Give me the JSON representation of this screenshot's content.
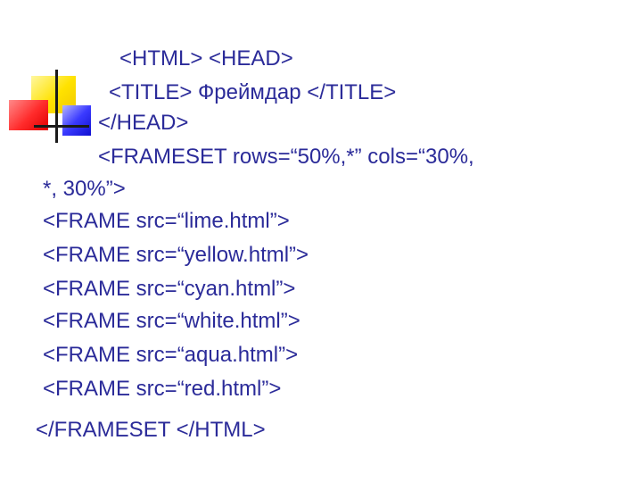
{
  "slide": {
    "lines": [
      "<HTML> <HEAD>",
      "<TITLE> Фреймдар </TITLE>",
      "</HEAD>",
      "<FRAMESET rows=“50%,*” cols=“30%,",
      "*, 30%”>",
      "<FRAME src=“lime.html”>",
      "<FRAME src=“yellow.html”>",
      "<FRAME src=“cyan.html”>",
      "<FRAME src=“white.html”>",
      "<FRAME src=“aqua.html”>",
      "<FRAME src=“red.html”>",
      "</FRAMESET </HTML>"
    ]
  },
  "colors": {
    "text": "#2b2b99",
    "background": "#ffffff",
    "logo_yellow": "#ffe200",
    "logo_red": "#ff2a2a",
    "logo_blue": "#3a3aff"
  },
  "icons": {
    "logo": "color-squares-logo-icon"
  }
}
